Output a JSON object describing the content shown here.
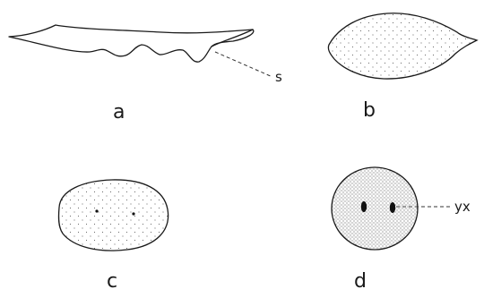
{
  "figure": {
    "panels": {
      "a": {
        "label": "a",
        "callout": "s"
      },
      "b": {
        "label": "b"
      },
      "c": {
        "label": "c"
      },
      "d": {
        "label": "d",
        "callout": "yx"
      }
    }
  }
}
